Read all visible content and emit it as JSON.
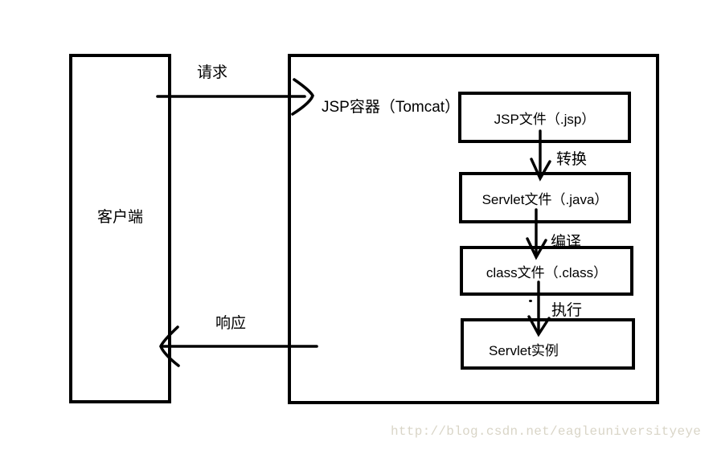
{
  "diagram": {
    "client": {
      "label": "客户端"
    },
    "container": {
      "label": "JSP容器（Tomcat）"
    },
    "nodes": [
      {
        "id": "jsp-file",
        "label": "JSP文件（.jsp）"
      },
      {
        "id": "servlet-file",
        "label": "Servlet文件（.java）"
      },
      {
        "id": "class-file",
        "label": "class文件（.class）"
      },
      {
        "id": "servlet-instance",
        "label": "Servlet实例"
      }
    ],
    "edges": [
      {
        "from": "client",
        "to": "container",
        "label": "请求"
      },
      {
        "from": "container",
        "to": "client",
        "label": "响应"
      },
      {
        "from": "jsp-file",
        "to": "servlet-file",
        "label": "转换"
      },
      {
        "from": "servlet-file",
        "to": "class-file",
        "label": "编译"
      },
      {
        "from": "class-file",
        "to": "servlet-instance",
        "label": "执行"
      }
    ]
  },
  "watermark": {
    "text": "http://blog.csdn.net/eagleuniversityeye",
    "color": "#d9d5c7"
  },
  "colors": {
    "line": "#000000",
    "background": "#ffffff"
  }
}
